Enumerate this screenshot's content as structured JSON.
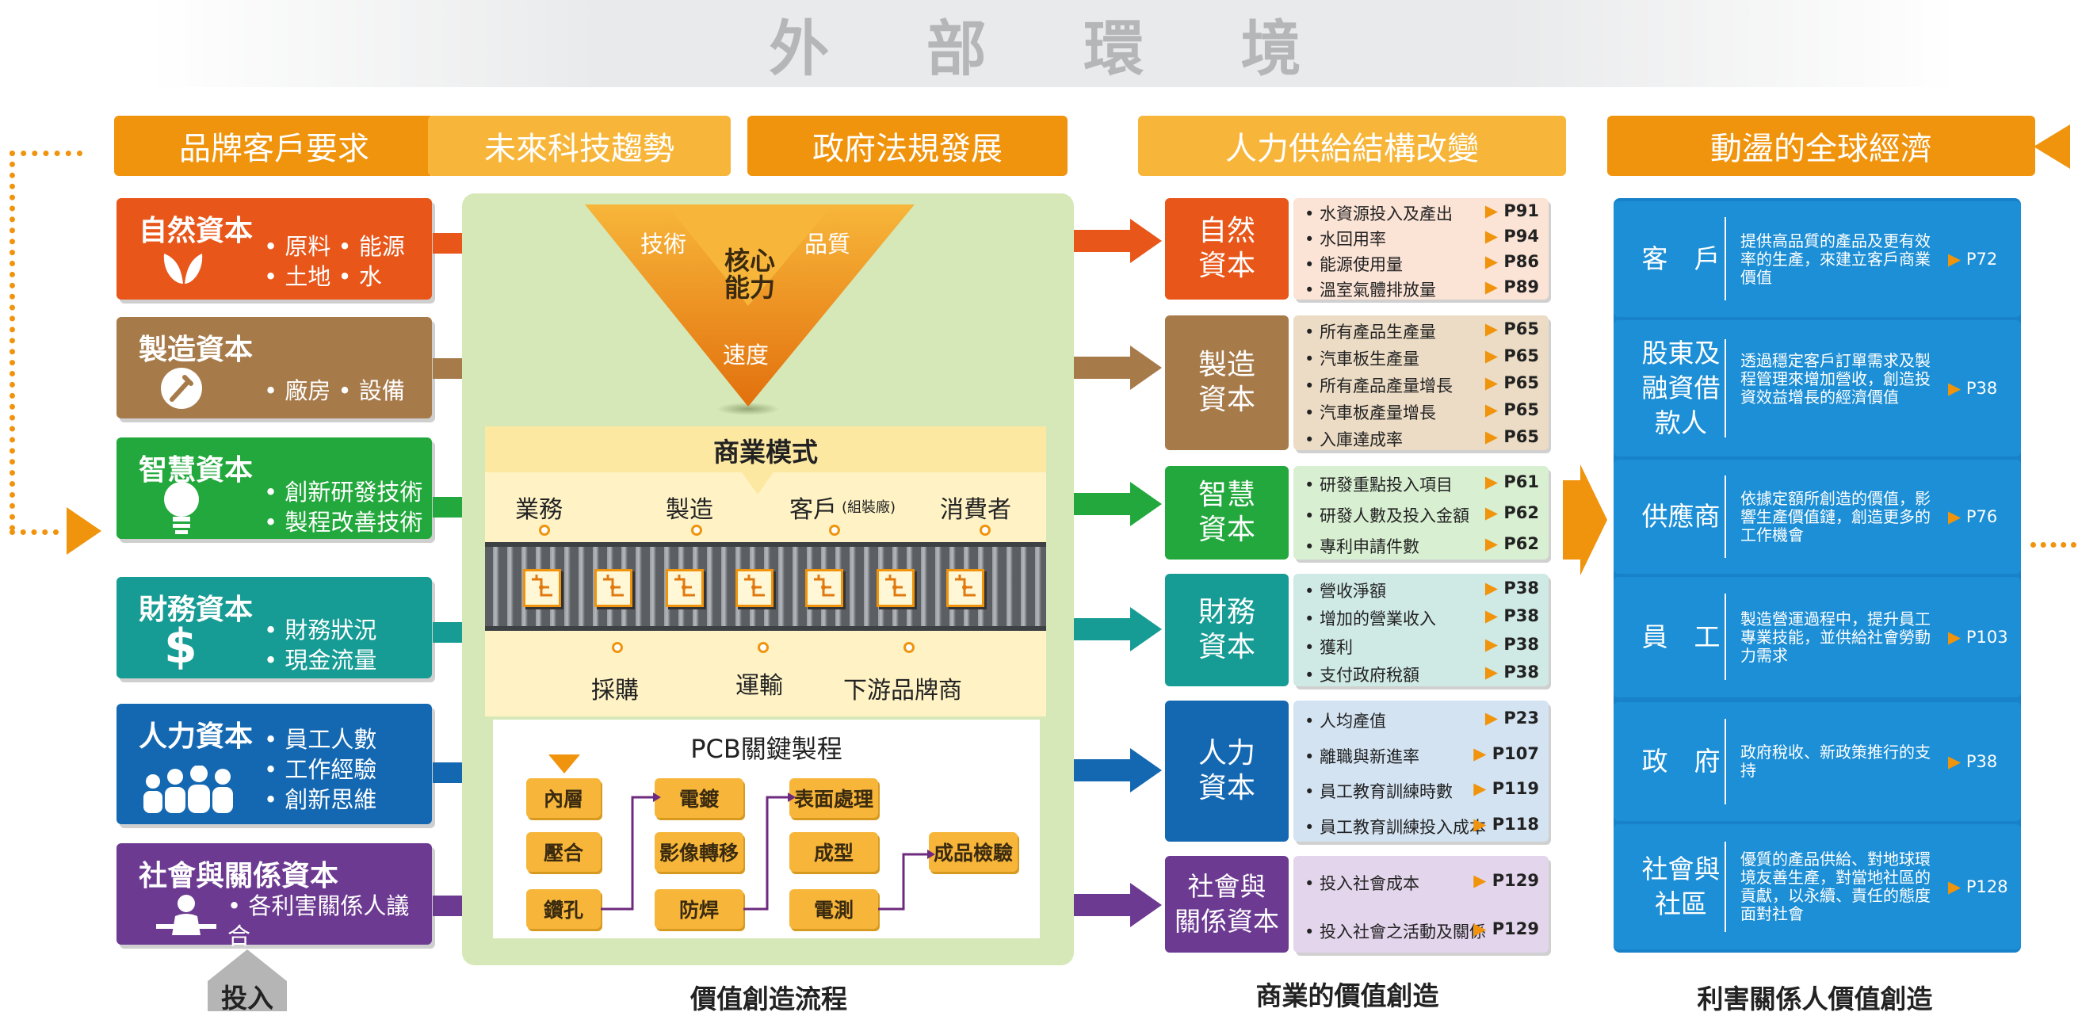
{
  "top_title": "外 部 環 境",
  "headers": {
    "brand": "品牌客戶要求",
    "tech": "未來科技趨勢",
    "gov": "政府法規發展",
    "labor": "人力供給結構改變",
    "economy": "動盪的全球經濟"
  },
  "capitals": [
    {
      "title": "自然資本",
      "items": [
        "• 原料 • 能源",
        "• 土地 • 水"
      ],
      "color": "#e8561a",
      "icon": "leaf-icon"
    },
    {
      "title": "製造資本",
      "items": [
        "• 廠房 • 設備"
      ],
      "color": "#a77a4a",
      "icon": "wrench-icon"
    },
    {
      "title": "智慧資本",
      "items": [
        "• 創新研發技術",
        "• 製程改善技術"
      ],
      "color": "#22a83c",
      "icon": "lightbulb-icon"
    },
    {
      "title": "財務資本",
      "items": [
        "• 財務狀況",
        "• 現金流量"
      ],
      "color": "#169c94",
      "icon": "dollar-icon"
    },
    {
      "title": "人力資本",
      "items": [
        "• 員工人數",
        "• 工作經驗",
        "• 創新思維"
      ],
      "color": "#1468b2",
      "icon": "people-icon"
    },
    {
      "title": "社會與關係資本",
      "items": [
        "• 各利害關係人議合"
      ],
      "color": "#6d3a92",
      "icon": "speaker-icon"
    }
  ],
  "core": {
    "tech": "技術",
    "quality": "品質",
    "center": "核心\n能力",
    "speed": "速度"
  },
  "business_model": {
    "title": "商業模式",
    "top": [
      "業務",
      "製造",
      "客戶",
      "消費者"
    ],
    "client_note": "(組裝廠)",
    "bottom": [
      "採購",
      "運輸",
      "下游品牌商"
    ]
  },
  "pcb": {
    "title": "PCB關鍵製程",
    "col1": [
      "內層",
      "壓合",
      "鑽孔"
    ],
    "col2": [
      "電鍍",
      "影像轉移",
      "防焊"
    ],
    "col3": [
      "表面處理",
      "成型",
      "電測"
    ],
    "final": "成品檢驗"
  },
  "value_rows": [
    {
      "label": "自然\n資本",
      "color": "#e8561a",
      "bg": "#fbe3d6",
      "items": [
        [
          "水資源投入及產出",
          "P91"
        ],
        [
          "水回用率",
          "P94"
        ],
        [
          "能源使用量",
          "P86"
        ],
        [
          "溫室氣體排放量",
          "P89"
        ]
      ]
    },
    {
      "label": "製造\n資本",
      "color": "#a77a4a",
      "bg": "#ecdcc5",
      "items": [
        [
          "所有產品生產量",
          "P65"
        ],
        [
          "汽車板生產量",
          "P65"
        ],
        [
          "所有產品產量增長",
          "P65"
        ],
        [
          "汽車板產量增長",
          "P65"
        ],
        [
          "入庫達成率",
          "P65"
        ]
      ]
    },
    {
      "label": "智慧\n資本",
      "color": "#22a83c",
      "bg": "#d8efd2",
      "items": [
        [
          "研發重點投入項目",
          "P61"
        ],
        [
          "研發人數及投入金額",
          "P62"
        ],
        [
          "專利申請件數",
          "P62"
        ]
      ]
    },
    {
      "label": "財務\n資本",
      "color": "#169c94",
      "bg": "#cfe9e5",
      "items": [
        [
          "營收淨額",
          "P38"
        ],
        [
          "增加的營業收入",
          "P38"
        ],
        [
          "獲利",
          "P38"
        ],
        [
          "支付政府稅額",
          "P38"
        ]
      ]
    },
    {
      "label": "人力\n資本",
      "color": "#1468b2",
      "bg": "#d3e3f2",
      "items": [
        [
          "人均產值",
          "P23"
        ],
        [
          "離職與新進率",
          "P107"
        ],
        [
          "員工教育訓練時數",
          "P119"
        ],
        [
          "員工教育訓練投入成本",
          "P118"
        ]
      ]
    },
    {
      "label": "社會與\n關係資本",
      "color": "#6d3a92",
      "bg": "#e3d5ec",
      "items": [
        [
          "投入社會成本",
          "P129"
        ],
        [
          "投入社會之活動及關係",
          "P129"
        ]
      ]
    }
  ],
  "stakeholders": [
    {
      "name": "客　戶",
      "desc": "提供高品質的產品及更有效率的生產，來建立客戶商業價值",
      "page": "P72"
    },
    {
      "name": "股東及\n融資借\n款人",
      "desc": "透過穩定客戶訂單需求及製程管理來增加營收，創造投資效益增長的經濟價值",
      "page": "P38"
    },
    {
      "name": "供應商",
      "desc": "依據定額所創造的價值，影響生產價值鏈，創造更多的工作機會",
      "page": "P76"
    },
    {
      "name": "員　工",
      "desc": "製造營運過程中，提升員工專業技能，並供給社會勞動力需求",
      "page": "P103"
    },
    {
      "name": "政　府",
      "desc": "政府稅收、新政策推行的支持",
      "page": "P38"
    },
    {
      "name": "社會與\n社區",
      "desc": "優質的產品供給、對地球環境友善生產，對當地社區的貢獻，以永續、責任的態度面對社會",
      "page": "P128"
    }
  ],
  "bottom_labels": {
    "input": "投入",
    "process": "價值創造流程",
    "business": "商業的價值創造",
    "stakeholder": "利害關係人價值創造"
  },
  "arrow_symbol": "▶"
}
